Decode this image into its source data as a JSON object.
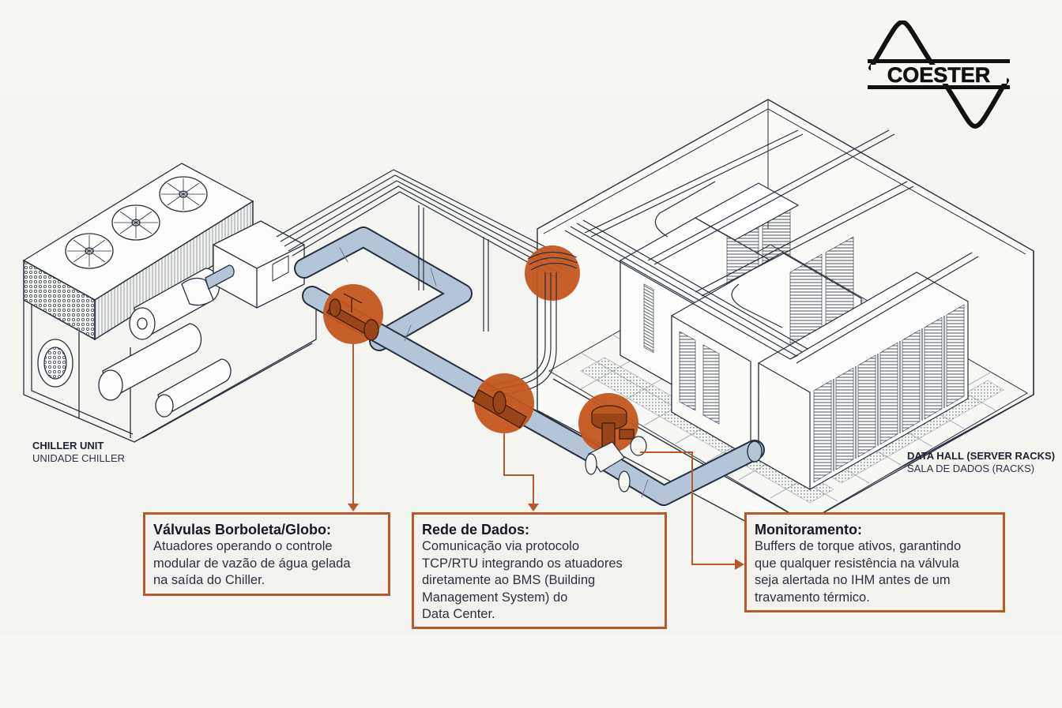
{
  "brand": {
    "logo_text": "COESTER",
    "logo_icon": "sine-wave-logo"
  },
  "colors": {
    "accent_orange": "#c4561f",
    "callout_border": "#b55a2c",
    "pipe_blue": "#b3c5d6",
    "line_ink": "#27303f",
    "background": "#f8f7f3"
  },
  "labels": {
    "chiller": {
      "en": "CHILLER UNIT",
      "pt": "UNIDADE CHILLER"
    },
    "data_hall": {
      "en": "DATA HALL (SERVER RACKS)",
      "pt": "SALA DE DADOS (RACKS)"
    }
  },
  "callouts": [
    {
      "title": "Válvulas Borboleta/Globo:",
      "lines": [
        "Atuadores operando o controle",
        "modular de vazão de água gelada",
        "na saída do Chiller."
      ]
    },
    {
      "title": "Rede de Dados:",
      "lines": [
        "Comunicação via protocolo",
        "TCP/RTU integrando os atuadores",
        "diretamente ao BMS (Building",
        "Management System) do",
        "Data Center."
      ]
    },
    {
      "title": "Monitoramento:",
      "lines": [
        "Buffers de torque ativos, garantindo",
        "que qualquer resistência na válvula",
        "seja alertada no IHM antes de um",
        "travamento térmico."
      ]
    }
  ],
  "highlights": [
    {
      "name": "butterfly-globe-valve",
      "icon": "gate-valve-icon"
    },
    {
      "name": "cable-tray-junction",
      "icon": "cable-bundle-icon"
    },
    {
      "name": "network-flange-sensor",
      "icon": "flange-icon"
    },
    {
      "name": "motorized-actuator-valve",
      "icon": "actuator-valve-icon"
    }
  ]
}
